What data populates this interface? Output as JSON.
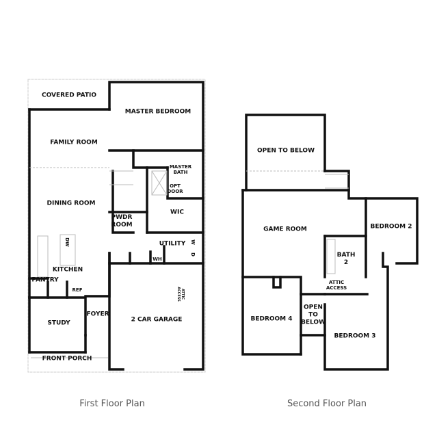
{
  "first_floor": {
    "caption": "First Floor Plan",
    "rooms": {
      "covered_patio": "COVERED PATIO",
      "master_bedroom": "MASTER BEDROOM",
      "family_room": "FAMILY ROOM",
      "master_bath": "MASTER\nBATH",
      "opt_door": "OPT\nDOOR",
      "dining_room": "DINING ROOM",
      "pwdr_room": "PWDR\nROOM",
      "wic": "WIC",
      "utility": "UTILITY",
      "w": "W",
      "d": "D",
      "wh": "WH",
      "dw": "DW",
      "kitchen": "KITCHEN",
      "pantry": "PANTRY",
      "ref": "REF",
      "attic_access": "ATTIC\nACCESS",
      "study": "STUDY",
      "foyer": "FOYER",
      "garage": "2 CAR GARAGE",
      "front_porch": "FRONT PORCH"
    }
  },
  "second_floor": {
    "caption": "Second Floor Plan",
    "rooms": {
      "open_to_below_1": "OPEN TO BELOW",
      "game_room": "GAME ROOM",
      "bedroom_2": "BEDROOM 2",
      "bath_2": "BATH\n2",
      "attic_access": "ATTIC\nACCESS",
      "open_to_below_2": "OPEN\nTO\nBELOW",
      "bedroom_4": "BEDROOM 4",
      "bedroom_3": "BEDROOM 3"
    }
  }
}
